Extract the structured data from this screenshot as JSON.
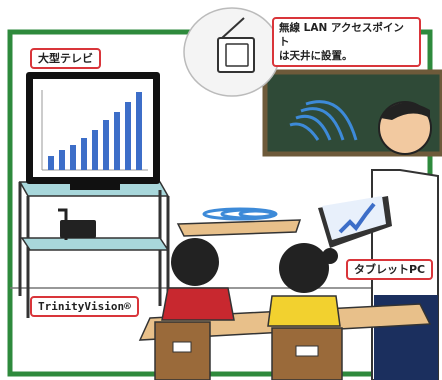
{
  "labels": {
    "big_tv": "大型テレビ",
    "access_point_line1": "無線 LAN アクセスポイント",
    "access_point_line2": "は天井に設置。",
    "tablet_pc": "タブレットPC",
    "trinity_vision": "TrinityVision®"
  },
  "colors": {
    "frame_green": "#2e8a3c",
    "label_border": "#d9353a",
    "blackboard": "#2f4a37",
    "wifi_blue": "#3d8ad8",
    "bar_blue": "#3d6ec8"
  },
  "icons": {
    "access_point": "access-point-icon",
    "wifi_waves": "wifi-waves-icon"
  }
}
